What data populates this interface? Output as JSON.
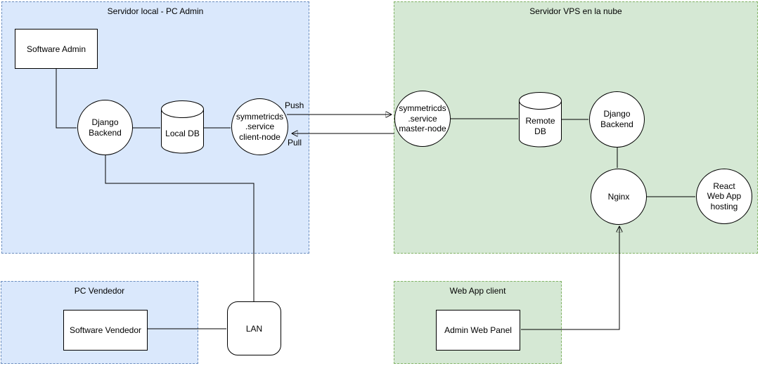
{
  "colors": {
    "group_blue_fill": "#dae8fc",
    "group_blue_border": "#6c8ebf",
    "group_green_fill": "#d5e8d4",
    "group_green_border": "#82b366",
    "node_fill": "#ffffff",
    "node_border": "#000000"
  },
  "groups": {
    "servidor_local": "Servidor local - PC Admin",
    "servidor_vps": "Servidor VPS en la nube",
    "pc_vendedor": "PC Vendedor",
    "web_app_client": "Web App client"
  },
  "nodes": {
    "software_admin": "Software Admin",
    "django_backend_local": "Django\nBackend",
    "local_db": "Local DB",
    "symmetricds_client": "symmetricds\n.service\nclient-node",
    "symmetricds_master": "symmetricds\n.service\nmaster-node",
    "remote_db": "Remote\nDB",
    "django_backend_vps": "Django\nBackend",
    "nginx": "Nginx",
    "react_web_app": "React\nWeb App\nhosting",
    "lan": "LAN",
    "software_vendedor": "Software Vendedor",
    "admin_web_panel": "Admin Web Panel"
  },
  "edge_labels": {
    "push": "Push",
    "pull": "Pull"
  }
}
